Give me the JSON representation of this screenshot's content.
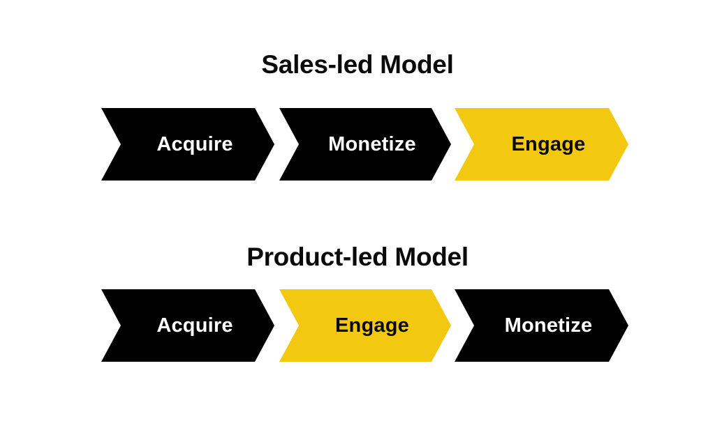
{
  "background_color": "#ffffff",
  "palette": {
    "dark": "#000000",
    "accent": "#f2c811",
    "text_on_dark": "#ffffff",
    "text_on_accent": "#0a0a0a",
    "title": "#0a0a0a"
  },
  "diagram": {
    "rows": [
      {
        "title": "Sales-led Model",
        "stages": [
          {
            "label": "Acquire",
            "style": "dark",
            "position": 1
          },
          {
            "label": "Monetize",
            "style": "dark",
            "position": 2
          },
          {
            "label": "Engage",
            "style": "accent",
            "position": 3
          }
        ]
      },
      {
        "title": "Product-led Model",
        "stages": [
          {
            "label": "Acquire",
            "style": "dark",
            "position": 1
          },
          {
            "label": "Engage",
            "style": "accent",
            "position": 2
          },
          {
            "label": "Monetize",
            "style": "dark",
            "position": 3
          }
        ]
      }
    ]
  }
}
